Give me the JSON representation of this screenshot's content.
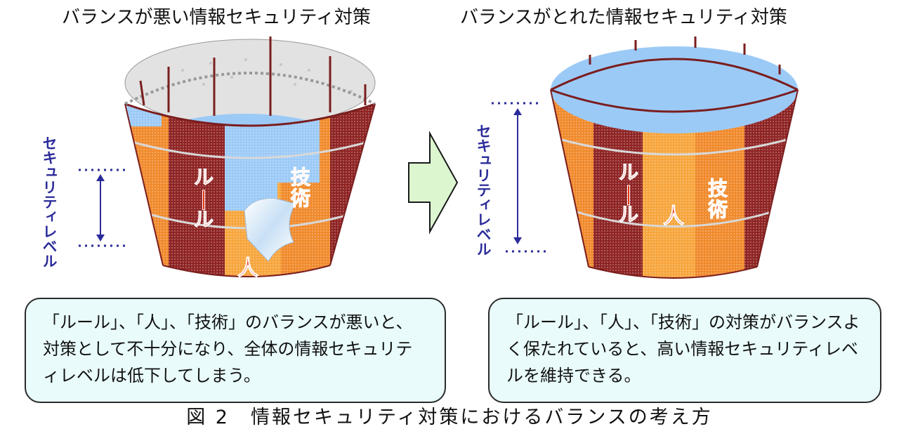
{
  "titles": {
    "left": "バランスが悪い情報セキュリティ対策",
    "right": "バランスがとれた情報セキュリティ対策"
  },
  "labels": {
    "security_level": "セキュリティレベル",
    "rule": "ルール",
    "people": "人",
    "tech": "技術"
  },
  "boxes": {
    "left": "「ルール」、「人」、「技術」のバランスが悪いと、対策として不十分になり、全体の情報セキュリティレベルは低下してしまう。",
    "right": "「ルール」、「人」、「技術」の対策がバランスよく保たれていると、高い情報セキュリティレベルを維持できる。"
  },
  "caption": "図 2　情報セキュリティ対策におけるバランスの考え方",
  "colors": {
    "orange": "#f08a2c",
    "orange_light": "#f7a53c",
    "maroon": "#8f2424",
    "water": "#9ccaf7",
    "label_red": "#e53312",
    "label_blue": "#2b2b9a",
    "arrow_fill": "#dcf7d0",
    "box_fill": "#e9fbfb"
  }
}
